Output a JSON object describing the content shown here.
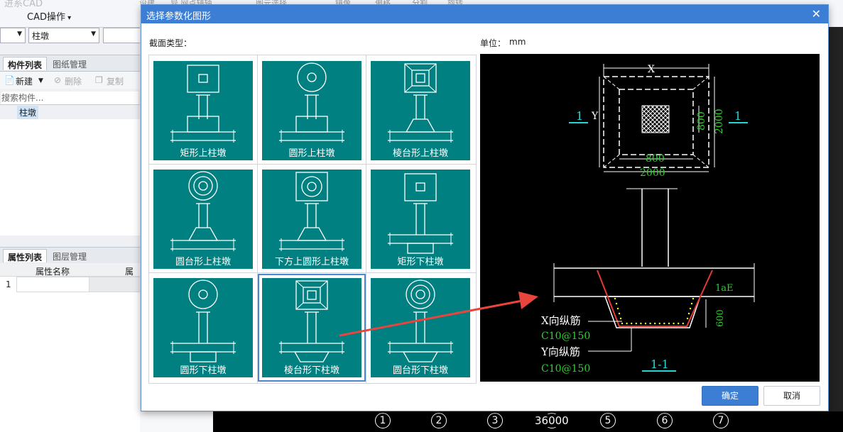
{
  "app": {
    "title": "进系CAD",
    "cad_menu": "CAD操作",
    "toolbar_faded": [
      "设建",
      "异 网点辅轴",
      "图元选择",
      "镜像",
      "偏移",
      "分割",
      "旋转"
    ]
  },
  "selects": [
    {
      "value": ""
    },
    {
      "value": "柱墩"
    },
    {
      "value": ""
    }
  ],
  "component_panel": {
    "tabs": [
      "构件列表",
      "图纸管理"
    ],
    "new_label": "新建",
    "delete_label": "删除",
    "copy_label": "复制",
    "search_placeholder": "搜索构件...",
    "tree_item": "柱墩"
  },
  "property_panel": {
    "tabs": [
      "属性列表",
      "图层管理"
    ],
    "col_name": "属性名称",
    "col_value": "属性",
    "row_index": "1"
  },
  "cad_axes": {
    "labels": [
      "1",
      "2",
      "3",
      "4",
      "5",
      "6",
      "7"
    ],
    "dimension": "36000"
  },
  "dialog": {
    "title": "选择参数化图形",
    "section_type_label": "截面类型：",
    "unit_label": "单位：",
    "unit_value": "mm",
    "shapes": [
      {
        "caption": "矩形上柱墩",
        "type": "rect-up"
      },
      {
        "caption": "圆形上柱墩",
        "type": "circle-up"
      },
      {
        "caption": "棱台形上柱墩",
        "type": "frustum-up"
      },
      {
        "caption": "圆台形上柱墩",
        "type": "cone-up"
      },
      {
        "caption": "下方上圆形上柱墩",
        "type": "sqcircle-up"
      },
      {
        "caption": "矩形下柱墩",
        "type": "rect-down"
      },
      {
        "caption": "圆形下柱墩",
        "type": "circle-down"
      },
      {
        "caption": "棱台形下柱墩",
        "type": "frustum-down"
      },
      {
        "caption": "圆台形下柱墩",
        "type": "cone-down"
      }
    ],
    "selected_index": 7,
    "ok_label": "确定",
    "cancel_label": "取消"
  },
  "preview": {
    "plan_x": "X",
    "plan_y": "Y",
    "dim_top": "800",
    "dim_bottom": "2000",
    "dim_inner_v": "800",
    "dim_outer_v": "2000",
    "section_mark": "1",
    "lae": "1aE",
    "depth": "600",
    "x_rebar": "X向纵筋",
    "x_rebar_spec": "C10@150",
    "y_rebar": "Y向纵筋",
    "y_rebar_spec": "C10@150",
    "section_title": "1-1"
  },
  "colors": {
    "accent": "#3c7ed4",
    "tile": "#008080",
    "cad_green": "#2ed12e",
    "cad_cyan": "#27d3d3",
    "rebar_red": "#e53935",
    "arrow_red": "#e8453c"
  }
}
